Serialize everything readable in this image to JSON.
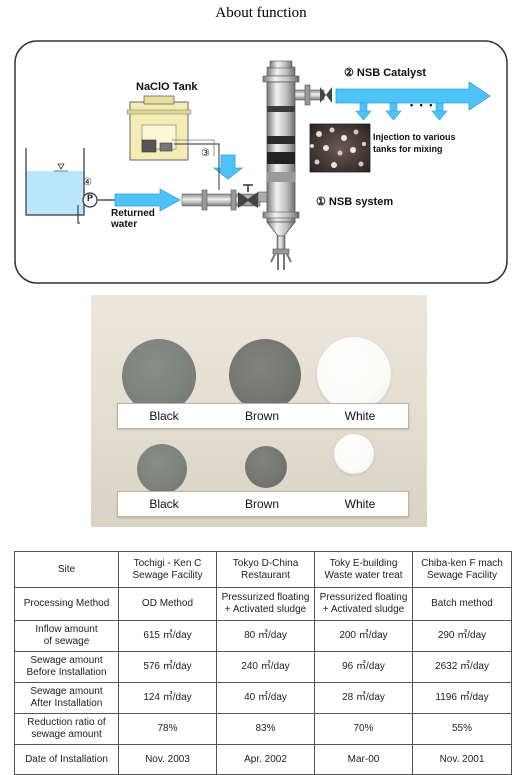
{
  "page_title": "About function",
  "diagram": {
    "tank_label": "NaClO Tank",
    "catalyst_label": "② NSB Catalyst",
    "injection_label": "Injection to various\ntanks for mixing",
    "system_label": "① NSB system",
    "returned_label": "Returned\nwater",
    "pump_label": "P",
    "marker_3": "③",
    "marker_4": "④",
    "dots": "• • •",
    "colors": {
      "arrow": "#4fc3f7",
      "water": "#b9e6fb",
      "tank": "#f3ecb5",
      "frame": "#333333"
    }
  },
  "photo": {
    "top_labels": [
      "Black",
      "Brown",
      "White"
    ],
    "bottom_labels": [
      "Black",
      "Brown",
      "White"
    ],
    "colors": {
      "black": "#7e827e",
      "brown": "#757672",
      "white": "#fbfbf9"
    }
  },
  "table": {
    "header": [
      "Site",
      "Tochigi - Ken C\nSewage Facility",
      "Tokyo D-China\nRestaurant",
      "Toky E-building\nWaste water treat",
      "Chiba-ken F mach\nSewage Facility"
    ],
    "rows": [
      [
        "Processing Method",
        "OD Method",
        "Pressurized floating\n+ Activated sludge",
        "Pressurized floating\n+ Activated sludge",
        "Batch method"
      ],
      [
        "Inflow amount\nof sewage",
        "615 ㎥/day",
        "80 ㎥/day",
        "200 ㎥/day",
        "290 ㎥/day"
      ],
      [
        "Sewage amount\nBefore Installation",
        "576 ㎥/day",
        "240 ㎥/day",
        "96 ㎥/day",
        "2632 ㎥/day"
      ],
      [
        "Sewage amount\nAfter Installation",
        "124 ㎥/day",
        "40 ㎥/day",
        "28 ㎥/day",
        "1196 ㎥/day"
      ],
      [
        "Reduction ratio of\nsewage amount",
        "78%",
        "83%",
        "70%",
        "55%"
      ],
      [
        "Date of Installation",
        "Nov. 2003",
        "Apr. 2002",
        "Mar-00",
        "Nov. 2001"
      ]
    ]
  }
}
